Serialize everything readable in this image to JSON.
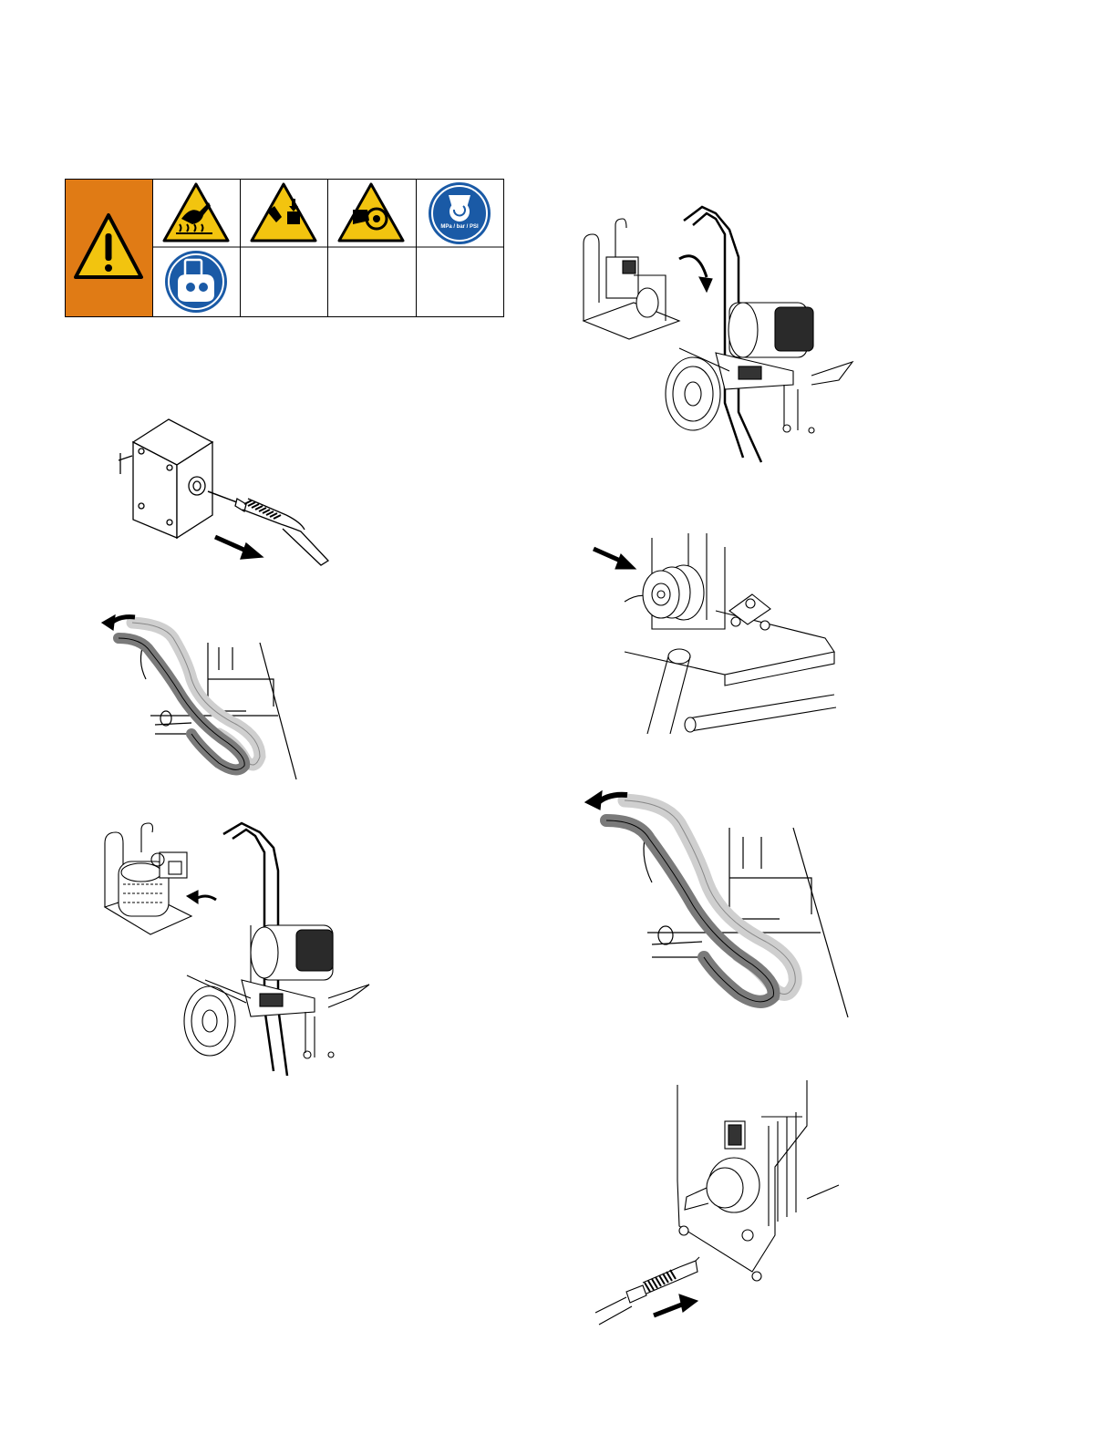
{
  "warning_table": {
    "colors": {
      "header_bg": "#e07b15",
      "triangle_fill": "#f2c40f",
      "mandatory_blue": "#1a5aa6",
      "border": "#000000"
    },
    "row1_icons": [
      "hot-surface-icon",
      "moving-parts-icon",
      "entanglement-icon",
      "pressure-relief-icon"
    ],
    "row2_icons": [
      "eye-face-protection-icon"
    ],
    "pressure_label": "MPa / bar / PSI"
  },
  "figures": [
    {
      "id": "disconnect-spark-plug-wire",
      "icon": "spark-plug-wire-pull-illustration"
    },
    {
      "id": "rotate-handle-left",
      "icon": "handle-rotate-illustration"
    },
    {
      "id": "remove-engine",
      "icon": "sprayer-engine-removal-illustration"
    },
    {
      "id": "install-motor",
      "icon": "sprayer-motor-install-illustration"
    },
    {
      "id": "push-clutch",
      "icon": "clutch-push-illustration"
    },
    {
      "id": "rotate-handle-back",
      "icon": "handle-rotate-illustration"
    },
    {
      "id": "connect-cord",
      "icon": "cord-connect-illustration"
    }
  ]
}
